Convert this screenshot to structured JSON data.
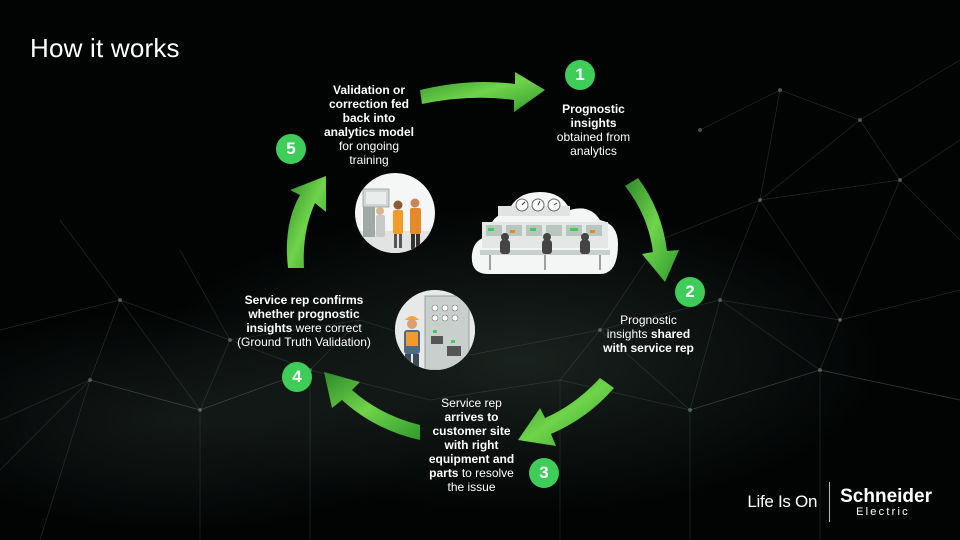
{
  "slide": {
    "title": "How it works"
  },
  "steps": [
    {
      "number": "1",
      "lines": [
        {
          "bold": "Prognostic"
        },
        {
          "bold": "insights"
        },
        {
          "text": "obtained from"
        },
        {
          "text": "analytics"
        }
      ]
    },
    {
      "number": "2",
      "lines": [
        {
          "text": "Prognostic"
        },
        {
          "text": "insights ",
          "bold": "shared"
        },
        {
          "bold": "with service rep"
        }
      ]
    },
    {
      "number": "3",
      "lines": [
        {
          "text": "Service rep"
        },
        {
          "bold": "arrives to"
        },
        {
          "bold": "customer site"
        },
        {
          "bold": "with right"
        },
        {
          "bold": "equipment and"
        },
        {
          "bold": "parts",
          "text": " to resolve"
        },
        {
          "text": "the issue"
        }
      ]
    },
    {
      "number": "4",
      "lines": [
        {
          "bold": "Service rep confirms"
        },
        {
          "bold": "whether prognostic"
        },
        {
          "bold": "insights",
          "text": " were correct"
        },
        {
          "text": "(Ground Truth Validation)"
        }
      ]
    },
    {
      "number": "5",
      "lines": [
        {
          "bold": "Validation or"
        },
        {
          "bold": "correction fed"
        },
        {
          "bold": "back into"
        },
        {
          "bold": "analytics model"
        },
        {
          "text": "for ongoing"
        },
        {
          "text": "training"
        }
      ]
    }
  ],
  "logo": {
    "tagline": "Life Is On",
    "brand": "Schneider",
    "brand_sub": "Electric"
  },
  "colors": {
    "accent_green": "#3dcd58",
    "arrow_green": "#5ac83c",
    "background": "#020404"
  },
  "icons": [
    "cloud-control-room-illustration",
    "team-meeting-illustration",
    "technician-illustration"
  ]
}
